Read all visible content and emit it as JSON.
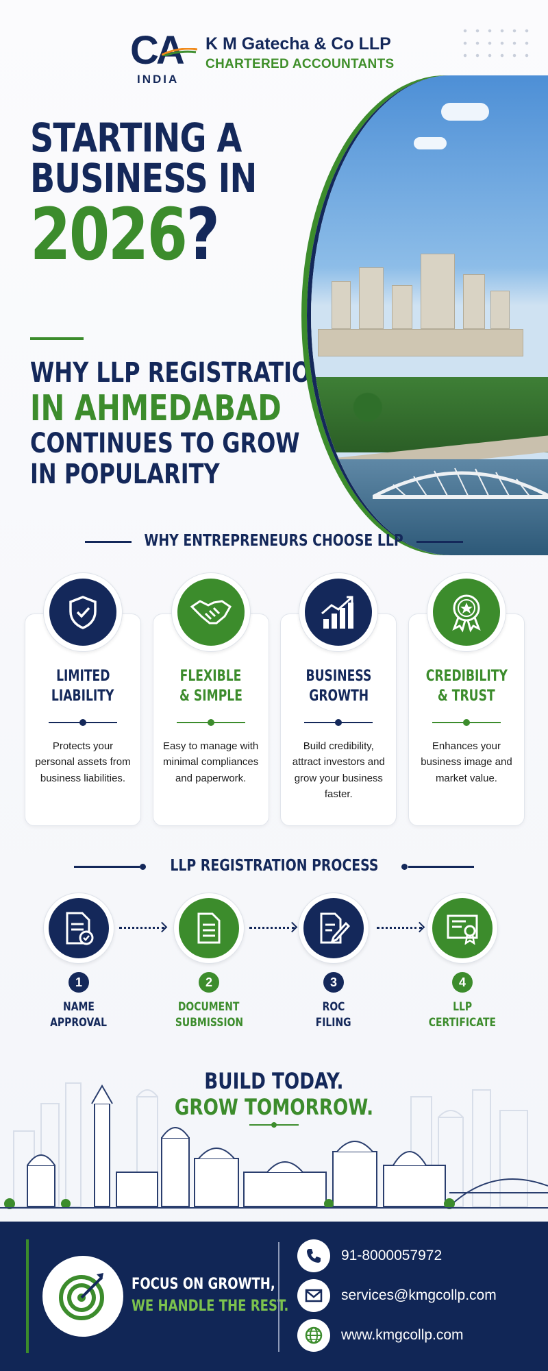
{
  "brand": {
    "mark": "CA",
    "country": "INDIA",
    "firm_name": "K M Gatecha & Co LLP",
    "firm_tagline": "CHARTERED ACCOUNTANTS",
    "colors": {
      "navy": "#14285a",
      "green": "#3c8c2c",
      "footer": "#112656"
    }
  },
  "hero": {
    "line1": "STARTING A",
    "line2": "BUSINESS IN",
    "year": "2026",
    "question_mark": "?",
    "sub1": "WHY LLP REGISTRATION",
    "sub2": "IN AHMEDABAD",
    "sub3": "CONTINUES TO GROW",
    "sub4": "IN POPULARITY"
  },
  "why_section": {
    "heading": "WHY ENTREPRENEURS CHOOSE LLP",
    "cards": [
      {
        "icon": "shield-check-icon",
        "title1": "LIMITED",
        "title2": "LIABILITY",
        "color": "navy",
        "desc": "Protects your personal assets from business liabilities."
      },
      {
        "icon": "handshake-icon",
        "title1": "FLEXIBLE",
        "title2": "& SIMPLE",
        "color": "green",
        "desc": "Easy to manage with minimal compliances and paperwork."
      },
      {
        "icon": "growth-chart-icon",
        "title1": "BUSINESS",
        "title2": "GROWTH",
        "color": "navy",
        "desc": "Build credibility, attract investors and grow your business faster."
      },
      {
        "icon": "award-badge-icon",
        "title1": "CREDIBILITY",
        "title2": "& TRUST",
        "color": "green",
        "desc": "Enhances your business image and market value."
      }
    ]
  },
  "process_section": {
    "heading": "LLP REGISTRATION PROCESS",
    "steps": [
      {
        "num": "1",
        "label1": "NAME",
        "label2": "APPROVAL",
        "icon": "document-check-icon",
        "color": "navy"
      },
      {
        "num": "2",
        "label1": "DOCUMENT",
        "label2": "SUBMISSION",
        "icon": "document-icon",
        "color": "green"
      },
      {
        "num": "3",
        "label1": "ROC",
        "label2": "FILING",
        "icon": "document-pen-icon",
        "color": "navy"
      },
      {
        "num": "4",
        "label1": "LLP",
        "label2": "CERTIFICATE",
        "icon": "certificate-icon",
        "color": "green"
      }
    ]
  },
  "slogan": {
    "line1": "BUILD TODAY.",
    "line2": "GROW TOMORROW."
  },
  "footer": {
    "focus1": "FOCUS ON GROWTH,",
    "focus2": "WE HANDLE THE REST.",
    "phone": "91-8000057972",
    "email": "services@kmgcollp.com",
    "website": "www.kmgcollp.com"
  }
}
